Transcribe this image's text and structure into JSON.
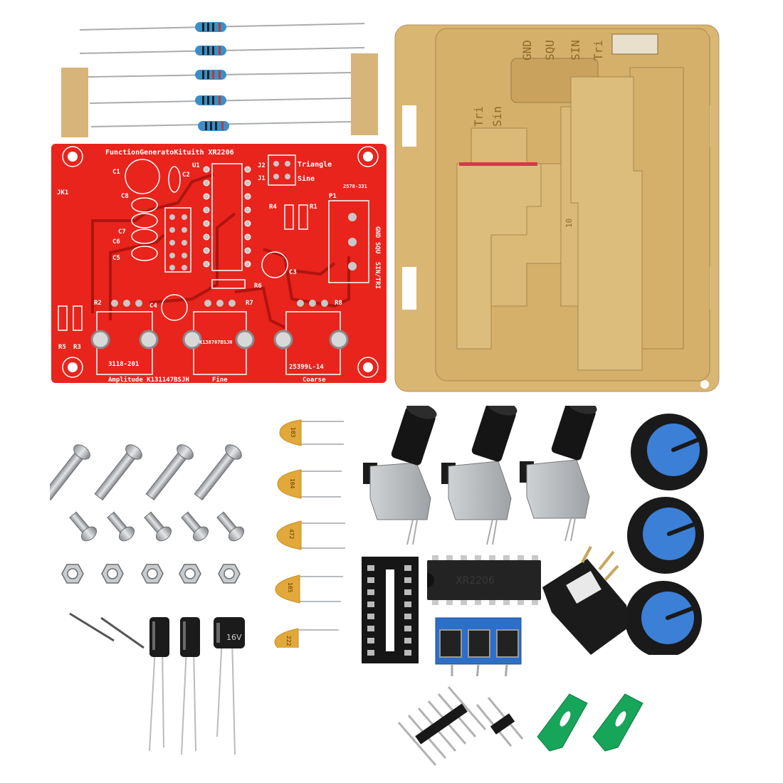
{
  "scene": {
    "description": "XR2206 function generator DIY kit components laid out on white background",
    "background_color": "#ffffff"
  },
  "pcb": {
    "color": "#e8241c",
    "title": "FunctionGeneratoKituith XR2206",
    "part_code": "2578-331",
    "labels": {
      "c1": "C1",
      "c2": "C2",
      "c3": "C3",
      "c4": "C4",
      "c5": "C5",
      "c6": "C6",
      "c7": "C7",
      "c8": "C8",
      "u1": "U1",
      "j1": "J1",
      "j2": "J2",
      "jk1": "JK1",
      "p1": "P1",
      "r1": "R1",
      "r2": "R2",
      "r3": "R3",
      "r4": "R4",
      "r5": "R5",
      "r6": "R6",
      "r7": "R7",
      "r8": "R8",
      "triangle": "Triangle",
      "sine": "Sine",
      "gnd": "GND",
      "squ": "SQU",
      "sintri": "SIN/TRI",
      "pot1_code": "3118-201",
      "pot2_code": "K138707BSJH",
      "pot3_code": "25399L-14",
      "amplitude": "Amplitude K131147BSJH",
      "fine": "Fine",
      "coarse": "Coarse"
    }
  },
  "acrylic_case": {
    "color": "#d9b672",
    "top_labels": [
      "GND",
      "SQU",
      "SIN",
      "Tri"
    ],
    "side_labels": [
      "Tri",
      "Sin"
    ],
    "partial_label": "10"
  },
  "resistors": {
    "count": 5,
    "body_color": "#3a8fc8"
  },
  "tape_strips": {
    "count": 2,
    "color": "#d6b47a"
  },
  "screws": {
    "long_count": 4,
    "short_count": 5
  },
  "nuts": {
    "count": 5
  },
  "ceramic_capacitors": {
    "codes": [
      "103",
      "104",
      "472",
      "105",
      "222"
    ],
    "color": "#e2a83a"
  },
  "electrolytic_capacitors": {
    "count": 3,
    "voltage_label": "16V"
  },
  "wire_jumpers": {
    "count": 2
  },
  "potentiometers": {
    "count": 3
  },
  "knobs": {
    "count": 3,
    "cap_color": "#3b7fd6"
  },
  "ic_socket": {
    "pins": 16
  },
  "ic_chip": {
    "name": "XR2206",
    "pins": 16
  },
  "dc_jack": {
    "count": 1
  },
  "terminal_block": {
    "positions": 3,
    "color": "#2b6fc9"
  },
  "pin_headers": {
    "long_pins": 6,
    "short_pins": 2
  },
  "jumper_caps": {
    "count": 2,
    "color": "#17a55a"
  }
}
